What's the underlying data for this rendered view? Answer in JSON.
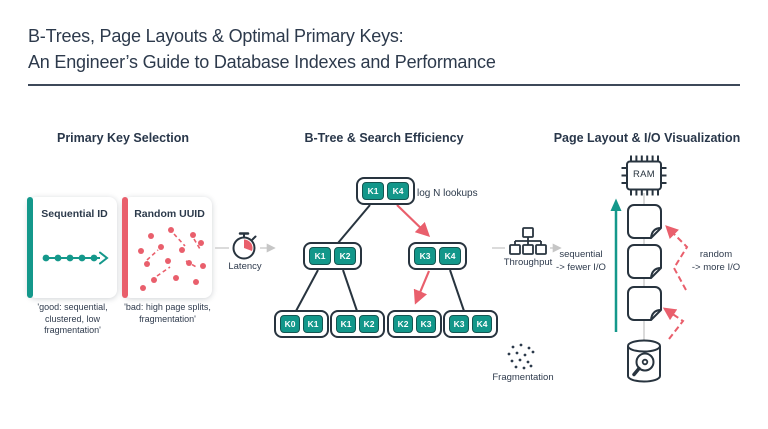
{
  "header": {
    "title_line1": "B-Trees, Page Layouts & Optimal Primary Keys:",
    "title_line2": "An Engineer’s Guide to Database Indexes and Performance"
  },
  "sections": {
    "primary_key": {
      "heading": "Primary Key Selection",
      "cards": [
        {
          "title": "Sequential ID",
          "caption": "'good: sequential, clustered, low fragmentation'"
        },
        {
          "title": "Random UUID",
          "caption": "'bad: high page splits, fragmentation'"
        }
      ],
      "latency_label": "Latency"
    },
    "btree": {
      "heading": "B-Tree & Search Efficiency",
      "annotation": "log N lookups",
      "nodes": {
        "root": [
          "K1",
          "K4"
        ],
        "internal_left": [
          "K1",
          "K2"
        ],
        "internal_right": [
          "K3",
          "K4"
        ],
        "leaf1": [
          "K0",
          "K1"
        ],
        "leaf2": [
          "K1",
          "K2"
        ],
        "leaf3": [
          "K2",
          "K3"
        ],
        "leaf4": [
          "K3",
          "K4"
        ]
      },
      "throughput_label": "Throughput",
      "fragmentation_label": "Fragmentation"
    },
    "page_layout": {
      "heading": "Page Layout & I/O Visualization",
      "ram_label": "RAM",
      "sequential_label": "sequential\n-> fewer I/O",
      "random_label": "random\n-> more I/O"
    }
  },
  "icons": {
    "latency": "stopwatch-icon",
    "throughput": "hierarchy-icon",
    "fragmentation": "scatter-dots-icon",
    "memory": "ram-chip-icon",
    "page": "page-file-icon",
    "storage": "database-disk-icon"
  },
  "colors": {
    "teal": "#14988b",
    "red": "#e95f6c",
    "navy": "#28343f",
    "connector_gray": "#cfcfcf",
    "background": "#ffffff"
  }
}
